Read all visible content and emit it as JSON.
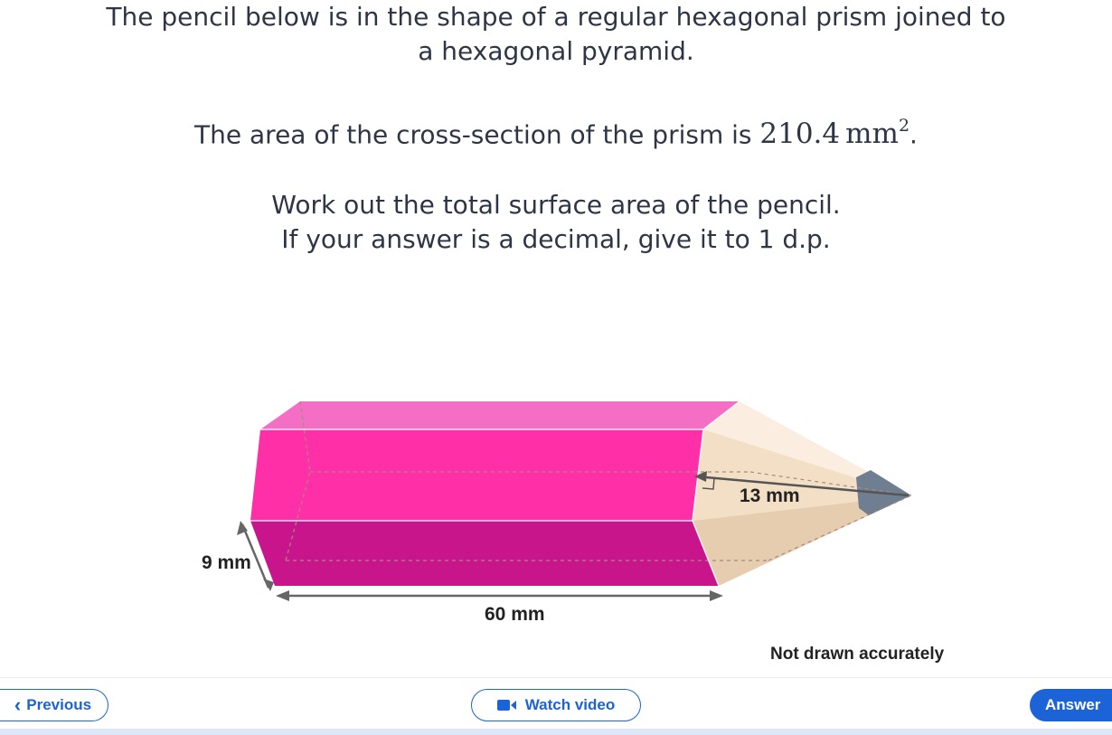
{
  "question": {
    "line1": "The pencil below is in the shape of a regular hexagonal prism joined to",
    "line2": "a hexagonal pyramid.",
    "line3_prefix": "The area of the cross-section of the prism is ",
    "area_value": "210.4",
    "area_unit": "mm",
    "area_exponent": "2",
    "line3_suffix": ".",
    "line4": "Work out the total surface area of the pencil.",
    "line5": "If your answer is a decimal, give it to 1 d.p."
  },
  "figure": {
    "slant_label": "13 mm",
    "edge_label": "9 mm",
    "length_label": "60 mm",
    "note": "Not drawn accurately",
    "colors": {
      "prism_top": "#f36ec4",
      "prism_front": "#ff2fa8",
      "prism_bottom": "#c8158c",
      "wood_light": "#f7eadb",
      "wood_dark": "#e6cdb0",
      "lead": "#6f7f91"
    }
  },
  "nav": {
    "previous_label": "Previous",
    "watch_video_label": "Watch video",
    "answer_label": "Answer",
    "accent_color": "#1d63d8"
  }
}
